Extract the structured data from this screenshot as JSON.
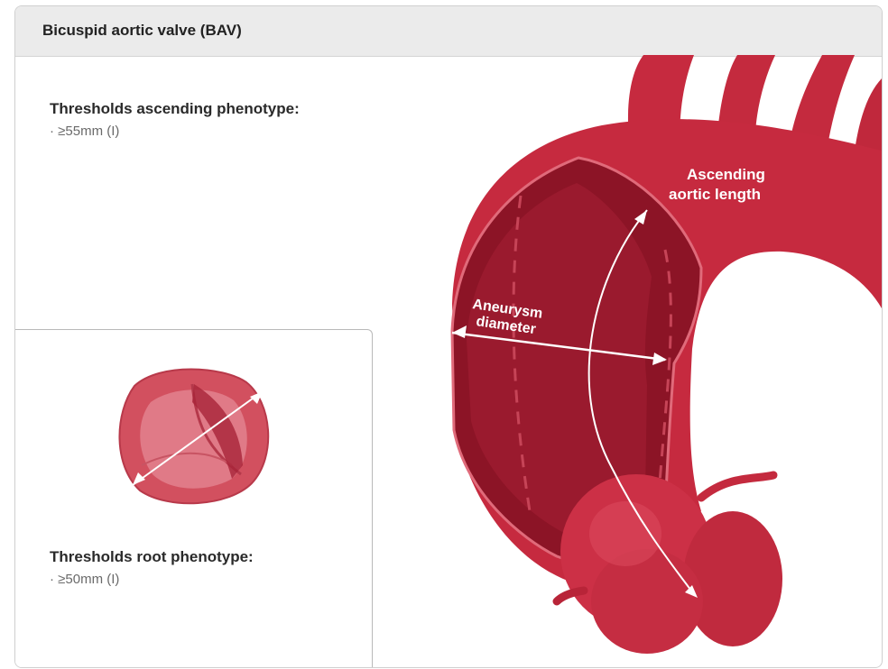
{
  "header": {
    "title": "Bicuspid aortic valve (BAV)"
  },
  "ascending": {
    "heading": "Thresholds ascending phenotype:",
    "item": "· ≥55mm (I)"
  },
  "root": {
    "heading": "Thresholds root phenotype:",
    "item": "· ≥50mm (I)"
  },
  "labels": {
    "ascending_length_1": "Ascending",
    "ascending_length_2": "aortic length",
    "aneurysm_1": "Aneurysm",
    "aneurysm_2": "diameter"
  },
  "colors": {
    "vessel": "#c62a3f",
    "vessel_dark": "#8c1426",
    "vessel_light": "#dd4a5e",
    "header_bg": "#ebebeb"
  }
}
